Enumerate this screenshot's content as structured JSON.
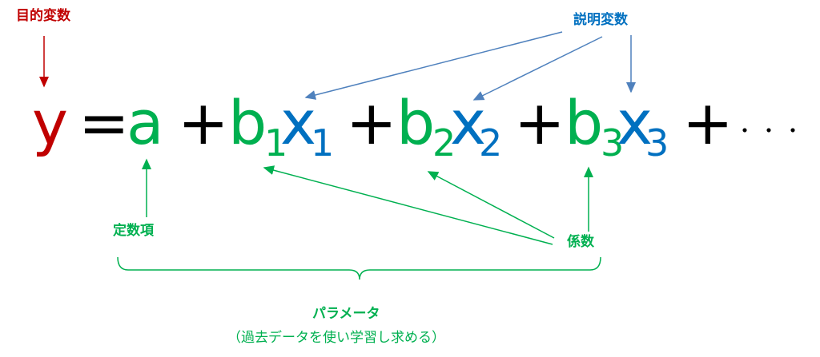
{
  "labels": {
    "objective_variable": "目的変数",
    "explanatory_variable": "説明変数",
    "constant_term": "定数項",
    "coefficient": "係数",
    "parameter": "パラメータ",
    "parameter_note": "（過去データを使い学習し求める）"
  },
  "equation": {
    "y": "y",
    "eq": "=",
    "a": "a",
    "plus": "+",
    "b": "b",
    "x": "x",
    "sub1": "1",
    "sub2": "2",
    "sub3": "3",
    "ellipsis": "・・・"
  },
  "colors": {
    "red": "#c00000",
    "green": "#00b050",
    "blue": "#0070c0",
    "arrow_blue": "#4f81bd",
    "black": "#000000"
  }
}
